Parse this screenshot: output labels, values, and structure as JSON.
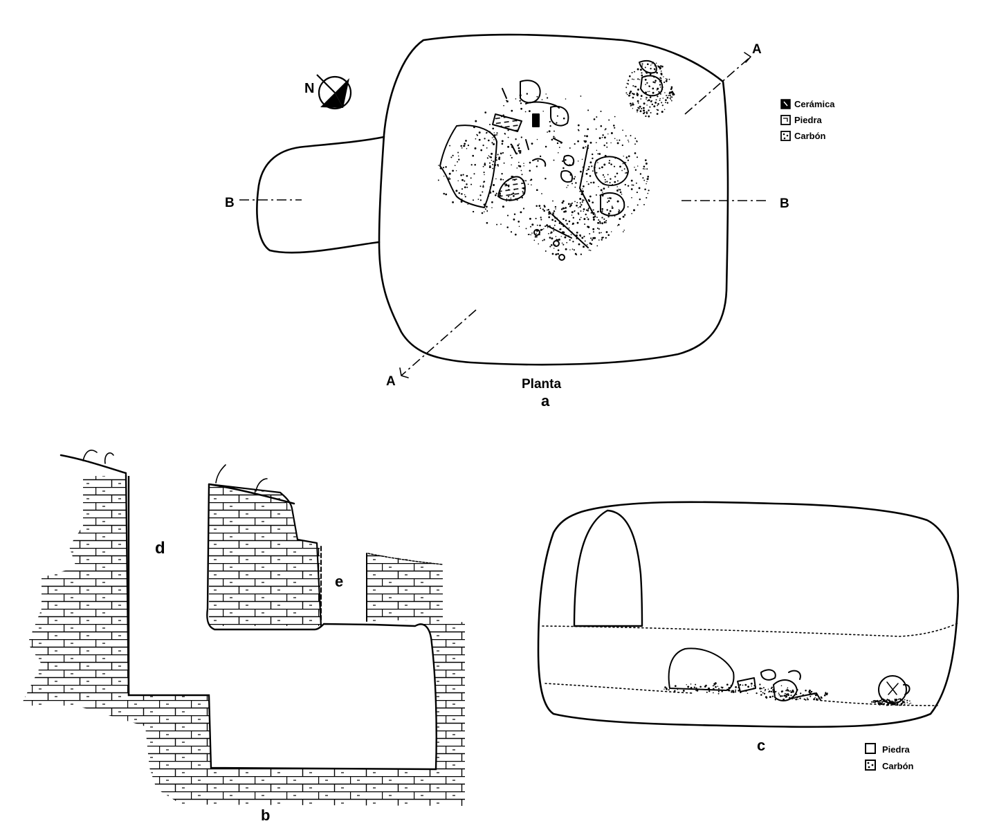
{
  "plan": {
    "north_label": "N",
    "section_a_start": "A",
    "section_a_end": "A",
    "section_b_start": "B",
    "section_b_end": "B",
    "title": "Planta",
    "letter": "a"
  },
  "legend_top": {
    "items": [
      "Cerámica",
      "Piedra",
      "Carbón"
    ]
  },
  "section_profile": {
    "letter": "b",
    "label_d": "d",
    "label_e": "e"
  },
  "section_c": {
    "letter": "c"
  },
  "legend_bottom": {
    "items": [
      "Piedra",
      "Carbón"
    ]
  }
}
